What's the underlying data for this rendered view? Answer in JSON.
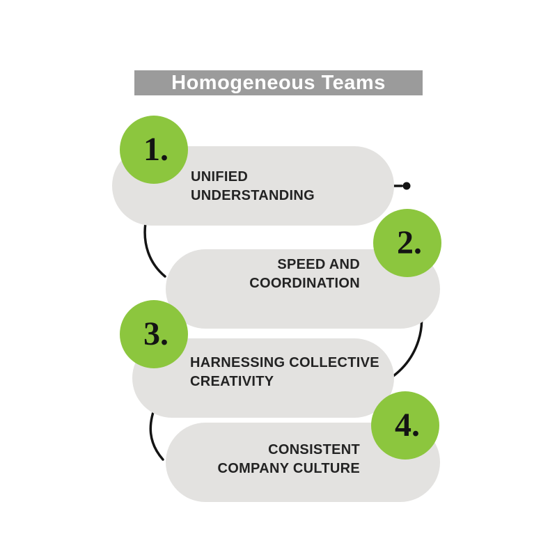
{
  "title": {
    "text": "Homogeneous Teams"
  },
  "colors": {
    "title_bg": "#9b9b9b",
    "title_fg": "#ffffff",
    "accent_green": "#8cc63e",
    "pill_gray": "#e3e2e0",
    "ink": "#141414",
    "label_ink": "#232323"
  },
  "items": [
    {
      "number": "1.",
      "label_lines": [
        "UNIFIED",
        "UNDERSTANDING"
      ],
      "align": "left"
    },
    {
      "number": "2.",
      "label_lines": [
        "SPEED AND",
        "COORDINATION"
      ],
      "align": "right"
    },
    {
      "number": "3.",
      "label_lines": [
        "HARNESSING COLLECTIVE",
        "CREATIVITY"
      ],
      "align": "left"
    },
    {
      "number": "4.",
      "label_lines": [
        "CONSISTENT",
        "COMPANY CULTURE"
      ],
      "align": "right"
    }
  ]
}
